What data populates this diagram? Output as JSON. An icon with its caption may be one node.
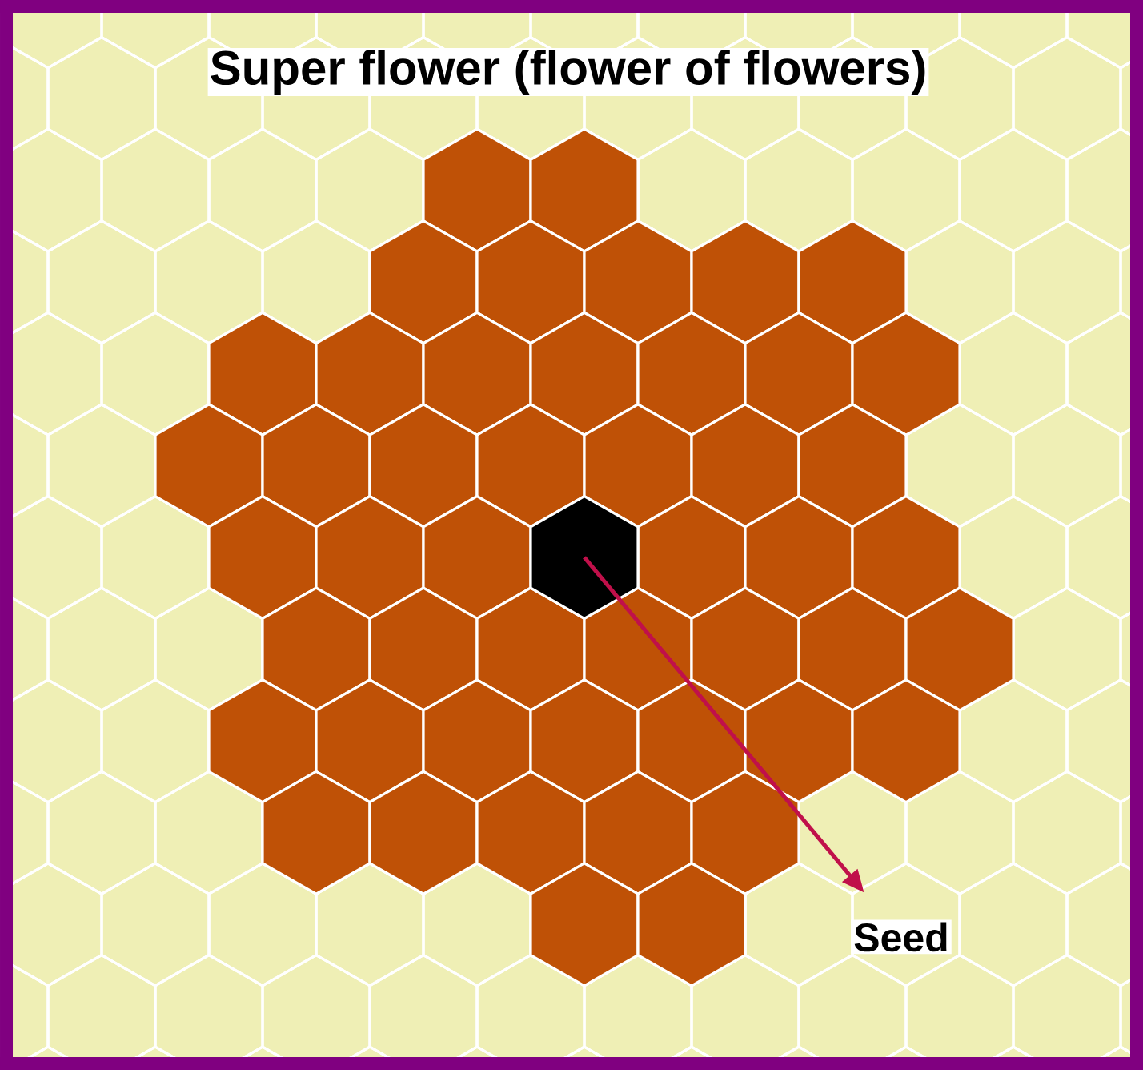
{
  "diagram": {
    "title": "Super flower (flower of flowers)",
    "nodes": [
      {
        "text": [],
        "shape": "hexagon"
      },
      {
        "text": [
          "Seed"
        ]
      }
    ],
    "edges": [
      {
        "from": 0,
        "to": 1,
        "arrow": "to",
        "color": "#c0104a"
      }
    ]
  }
}
